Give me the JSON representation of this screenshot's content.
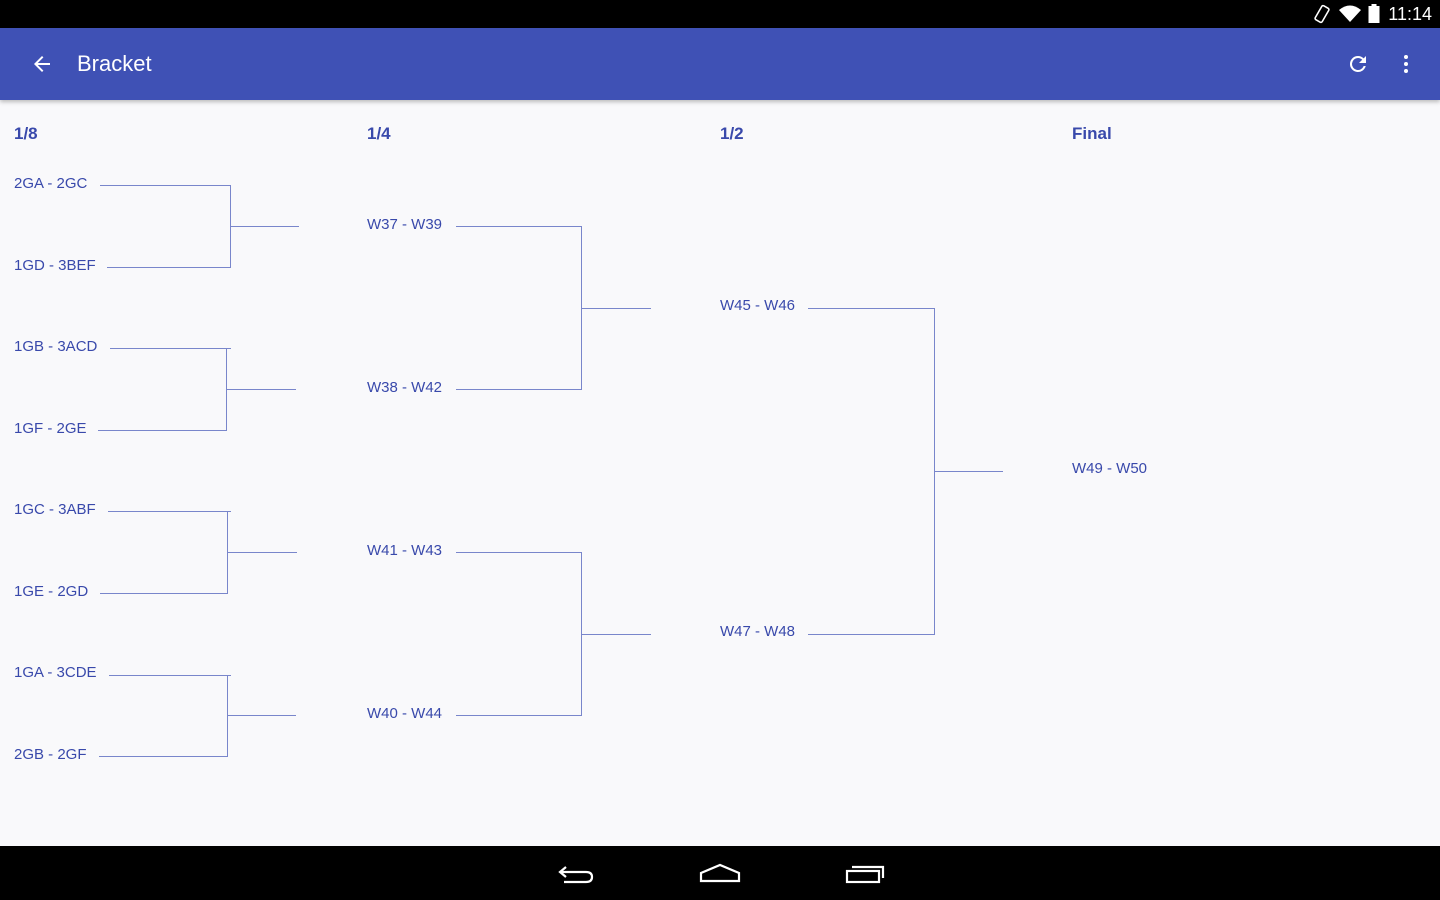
{
  "status_bar": {
    "time": "11:14",
    "icons": [
      "rotation-lock-icon",
      "wifi-icon",
      "battery-icon"
    ]
  },
  "app_bar": {
    "title": "Bracket",
    "color": "#3f51b5",
    "actions": [
      "back-arrow-icon",
      "refresh-icon",
      "more-vert-icon"
    ]
  },
  "bracket": {
    "accent_color": "#3949ab",
    "line_color": "#7986cb",
    "rounds": [
      {
        "title": "1/8",
        "matches": [
          "2GA - 2GC",
          "1GD - 3BEF",
          "1GB - 3ACD",
          "1GF - 2GE",
          "1GC - 3ABF",
          "1GE - 2GD",
          "1GA - 3CDE",
          "2GB - 2GF"
        ]
      },
      {
        "title": "1/4",
        "matches": [
          "W37 - W39",
          "W38 - W42",
          "W41 - W43",
          "W40 - W44"
        ]
      },
      {
        "title": "1/2",
        "matches": [
          "W45 - W46",
          "W47 - W48"
        ]
      },
      {
        "title": "Final",
        "matches": [
          "W49 - W50"
        ]
      }
    ]
  },
  "nav_bar": {
    "buttons": [
      "back-nav-icon",
      "home-nav-icon",
      "recents-nav-icon"
    ]
  }
}
